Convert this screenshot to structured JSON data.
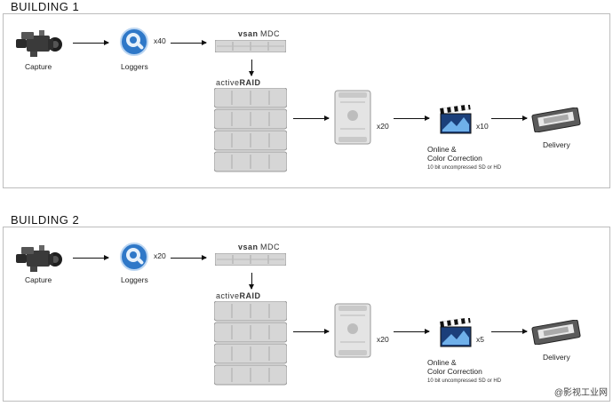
{
  "buildings": [
    {
      "title": "BUILDING  1",
      "capture_label": "Capture",
      "loggers_label": "Loggers",
      "loggers_multiplier": "x40",
      "vsan_brand": "vsan",
      "vsan_suffix": "MDC",
      "raid_brand_prefix": "active",
      "raid_brand_suffix": "RAID",
      "workstation_multiplier": "x20",
      "online_label_1": "Online &",
      "online_label_2": "Color Correction",
      "online_sublabel": "10 bit uncompressed SD or HD",
      "online_multiplier": "x10",
      "delivery_label": "Delivery"
    },
    {
      "title": "BUILDING  2",
      "capture_label": "Capture",
      "loggers_label": "Loggers",
      "loggers_multiplier": "x20",
      "vsan_brand": "vsan",
      "vsan_suffix": "MDC",
      "raid_brand_prefix": "active",
      "raid_brand_suffix": "RAID",
      "workstation_multiplier": "x20",
      "online_label_1": "Online &",
      "online_label_2": "Color Correction",
      "online_sublabel": "10 bit uncompressed SD or HD",
      "online_multiplier": "x5",
      "delivery_label": "Delivery"
    }
  ],
  "watermark": "@影视工业网",
  "colors": {
    "panel_border": "#bdbdbd",
    "rack_fill": "#d6d6d6",
    "quicktime_blue": "#2f78c8"
  },
  "icons": [
    "camera-icon",
    "quicktime-icon",
    "server-rack-icon",
    "raid-array-icon",
    "mac-pro-tower-icon",
    "clapperboard-icon",
    "tape-cassette-icon"
  ]
}
